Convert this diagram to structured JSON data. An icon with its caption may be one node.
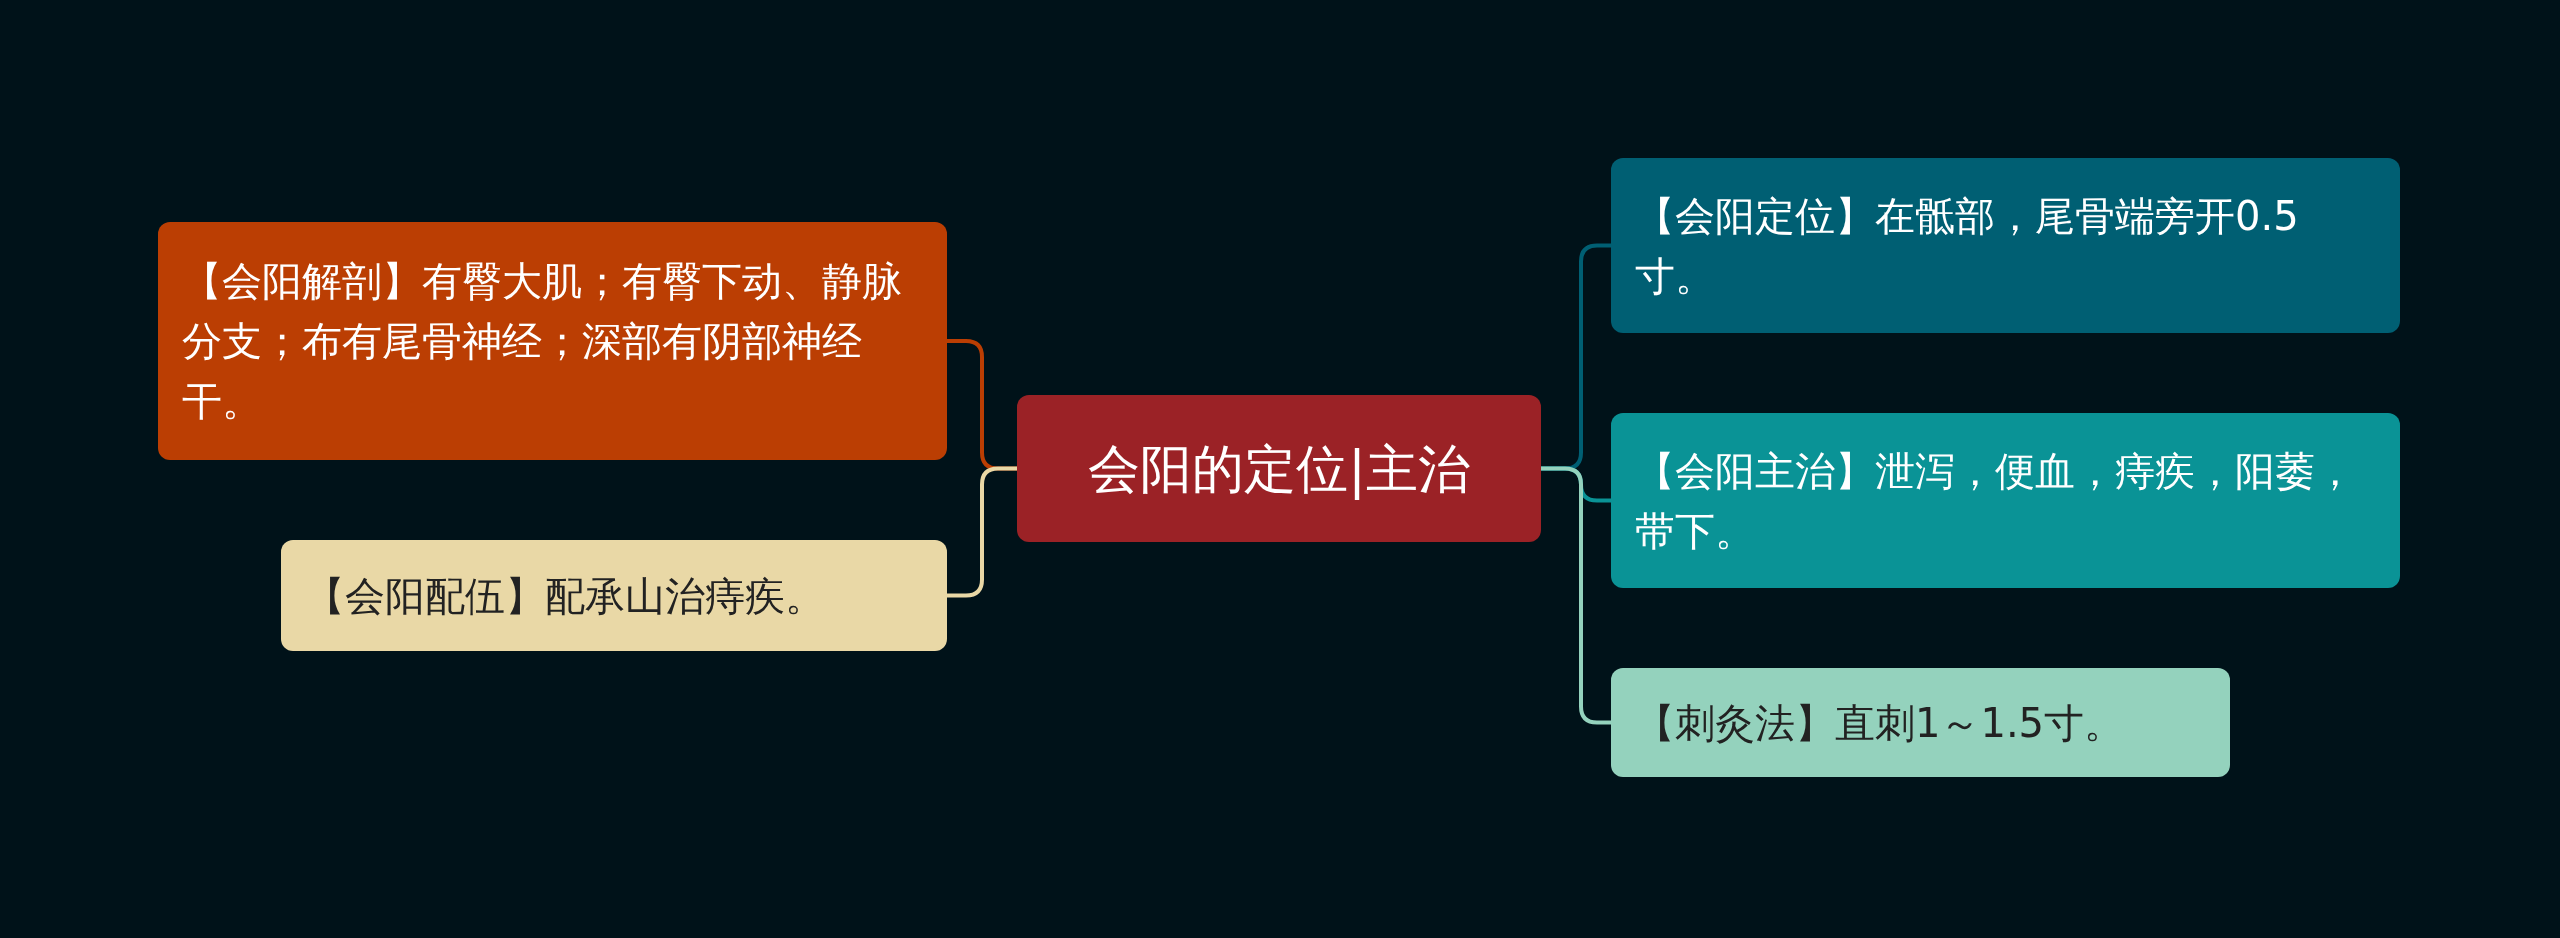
{
  "diagram": {
    "nodes": [
      {
        "text": [
          "会阳的定位|主治"
        ]
      },
      {
        "text": [
          "【会阳解剖】有臀大肌；有臀下动、静脉分支；布有尾骨神经；深部有阴部神经干。"
        ]
      },
      {
        "text": [
          "【会阳配伍】配承山治痔疾。"
        ]
      },
      {
        "text": [
          "【会阳定位】在骶部，尾骨端旁开0.5寸。"
        ]
      },
      {
        "text": [
          "【会阳主治】泄泻，便血，痔疾，阳萎，带下。"
        ]
      },
      {
        "text": [
          "【刺灸法】直刺1～1.5寸。"
        ]
      }
    ],
    "edges": [
      {
        "from": 0,
        "to": 1,
        "arrow": "none",
        "color": "#bb3e03"
      },
      {
        "from": 0,
        "to": 2,
        "arrow": "none",
        "color": "#e9d8a6"
      },
      {
        "from": 0,
        "to": 3,
        "arrow": "none",
        "color": "#005f73"
      },
      {
        "from": 0,
        "to": 4,
        "arrow": "none",
        "color": "#0a9396"
      },
      {
        "from": 0,
        "to": 5,
        "arrow": "none",
        "color": "#94d2bd"
      }
    ]
  }
}
